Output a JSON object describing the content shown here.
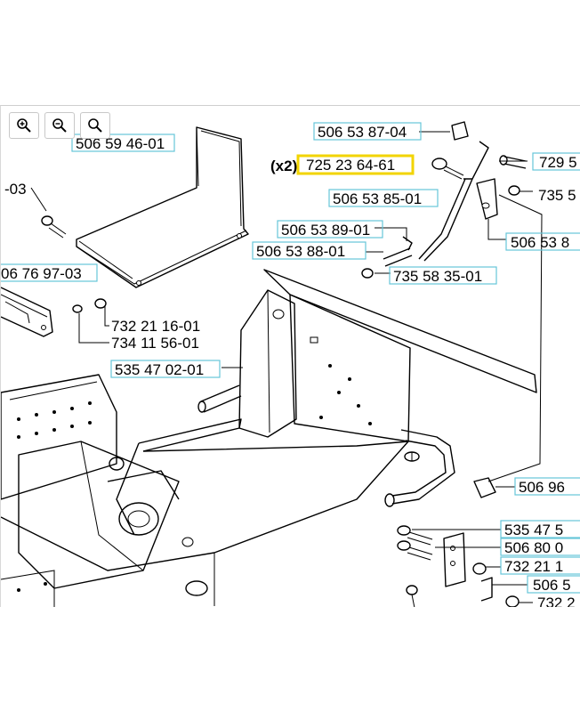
{
  "toolbar": {
    "zoom_in_icon": "zoom-in-icon",
    "zoom_out_icon": "zoom-out-icon",
    "zoom_reset_icon": "magnifier-icon"
  },
  "labels": {
    "p_506_59_46_01": "506 59 46-01",
    "p_cut_03": "-03",
    "p_06_76_97_03": "06 76 97-03",
    "p_732_21_16_01": "732 21 16-01",
    "p_734_11_56_01": "734 11 56-01",
    "p_535_47_02_01": "535 47 02-01",
    "p_506_53_87_04": "506 53 87-04",
    "qty_x2": "(x2)",
    "p_725_23_64_61": "725 23 64-61",
    "p_729_5": "729 5",
    "p_506_53_85_01": "506 53 85-01",
    "p_735_5": "735 5",
    "p_506_53_89_01": "506 53 89-01",
    "p_506_53_88_01": "506 53 88-01",
    "p_506_53_8": "506 53 8",
    "p_735_58_35_01": "735 58 35-01",
    "p_506_96": "506 96",
    "p_535_47_5": "535 47 5",
    "p_506_80_0": "506 80 0",
    "p_732_21_1": "732 21 1",
    "p_506_5": "506 5",
    "p_732_2": "732 2"
  },
  "colors": {
    "label_border": "#66c6d9",
    "highlight": "#f2d400",
    "line": "#000000"
  }
}
